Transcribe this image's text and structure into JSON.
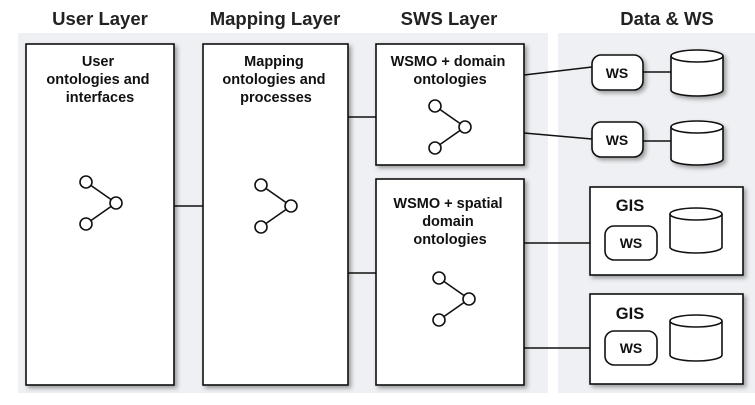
{
  "headers": {
    "user": "User Layer",
    "mapping": "Mapping Layer",
    "sws": "SWS Layer",
    "data": "Data & WS"
  },
  "boxes": {
    "user": [
      "User",
      "ontologies and",
      "interfaces"
    ],
    "mapping": [
      "Mapping",
      "ontologies and",
      "processes"
    ],
    "sws_domain": [
      "WSMO + domain",
      "ontologies"
    ],
    "sws_spatial": [
      "WSMO + spatial",
      "domain",
      "ontologies"
    ]
  },
  "data_ws": {
    "ws_label": "WS",
    "gis_label": "GIS"
  }
}
